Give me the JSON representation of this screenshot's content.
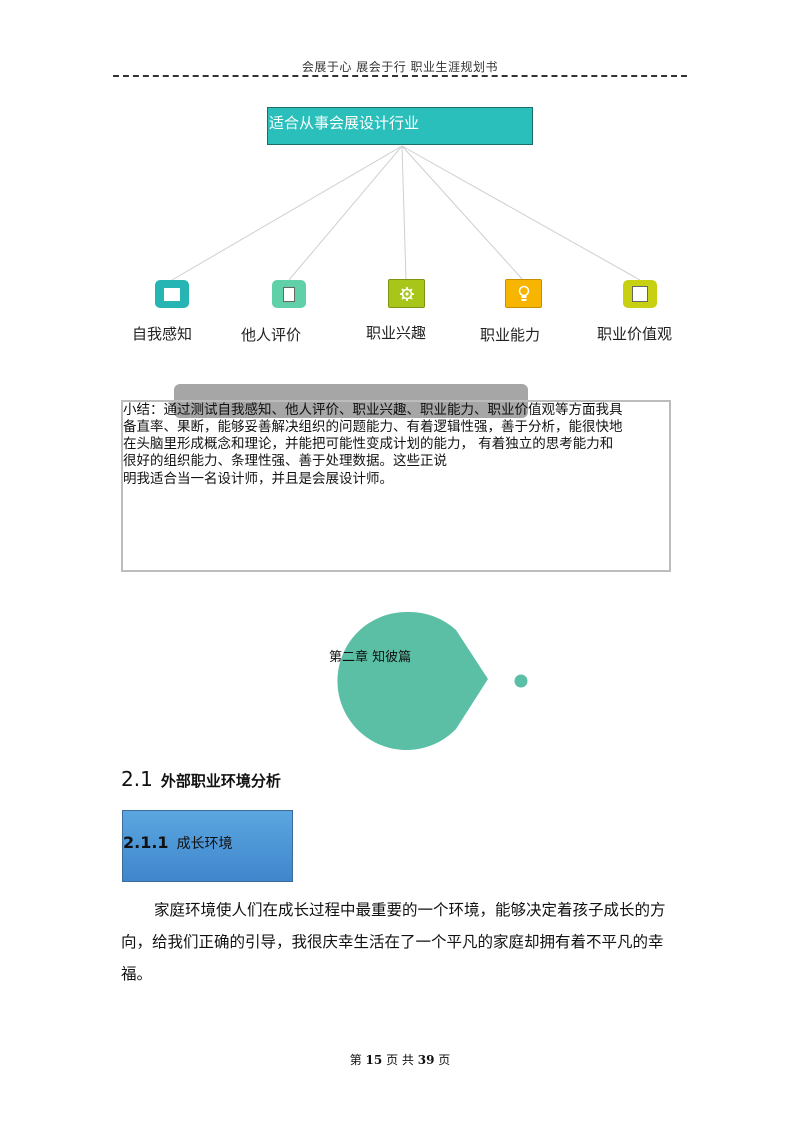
{
  "header": {
    "title": "会展于心  展会于行  职业生涯规划书"
  },
  "diagram": {
    "root_label": "适合从事会展设计行业",
    "nodes": [
      {
        "label": "自我感知",
        "color": "#27b5b3",
        "icon": "square-icon"
      },
      {
        "label": "他人评价",
        "color": "#5fd0a8",
        "icon": "document-icon"
      },
      {
        "label": "职业兴趣",
        "color": "#a8c61a",
        "icon": "gear-icon"
      },
      {
        "label": "职业能力",
        "color": "#f7b500",
        "icon": "lightbulb-icon"
      },
      {
        "label": "职业价值观",
        "color": "#c8d012",
        "icon": "square-icon"
      }
    ]
  },
  "summary": {
    "lines": [
      "小结：通过测试自我感知、他人评价、职业兴趣、职业能力、职业价值观等方面我具",
      "备直率、果断，能够妥善解决组织的问题能力、有着逻辑性强，善于分析，能很快地",
      "在头脑里形成概念和理论，并能把可能性变成计划的能力，  有着独立的思考能力和",
      "很好的组织能力、条理性强、善于处理数据。这些正说",
      "明我适合当一名设计师，并且是会展设计师。"
    ]
  },
  "chapter": {
    "title": "第二章  知彼篇",
    "color": "#5bbfa6"
  },
  "section": {
    "number": "2.1",
    "title": "外部职业环境分析"
  },
  "subsection": {
    "number": "2.1.1",
    "title": "成长环境"
  },
  "body": {
    "paragraph_line1": "家庭环境使人们在成长过程中最重要的一个环境，能够决定着孩子成长的方",
    "paragraph_line2": "向，给我们正确的引导，我很庆幸生活在了一个平凡的家庭却拥有着不平凡的幸福。"
  },
  "footer": {
    "prefix": "第",
    "page": "15",
    "middle": "页  共",
    "total": "39",
    "suffix": "页"
  }
}
